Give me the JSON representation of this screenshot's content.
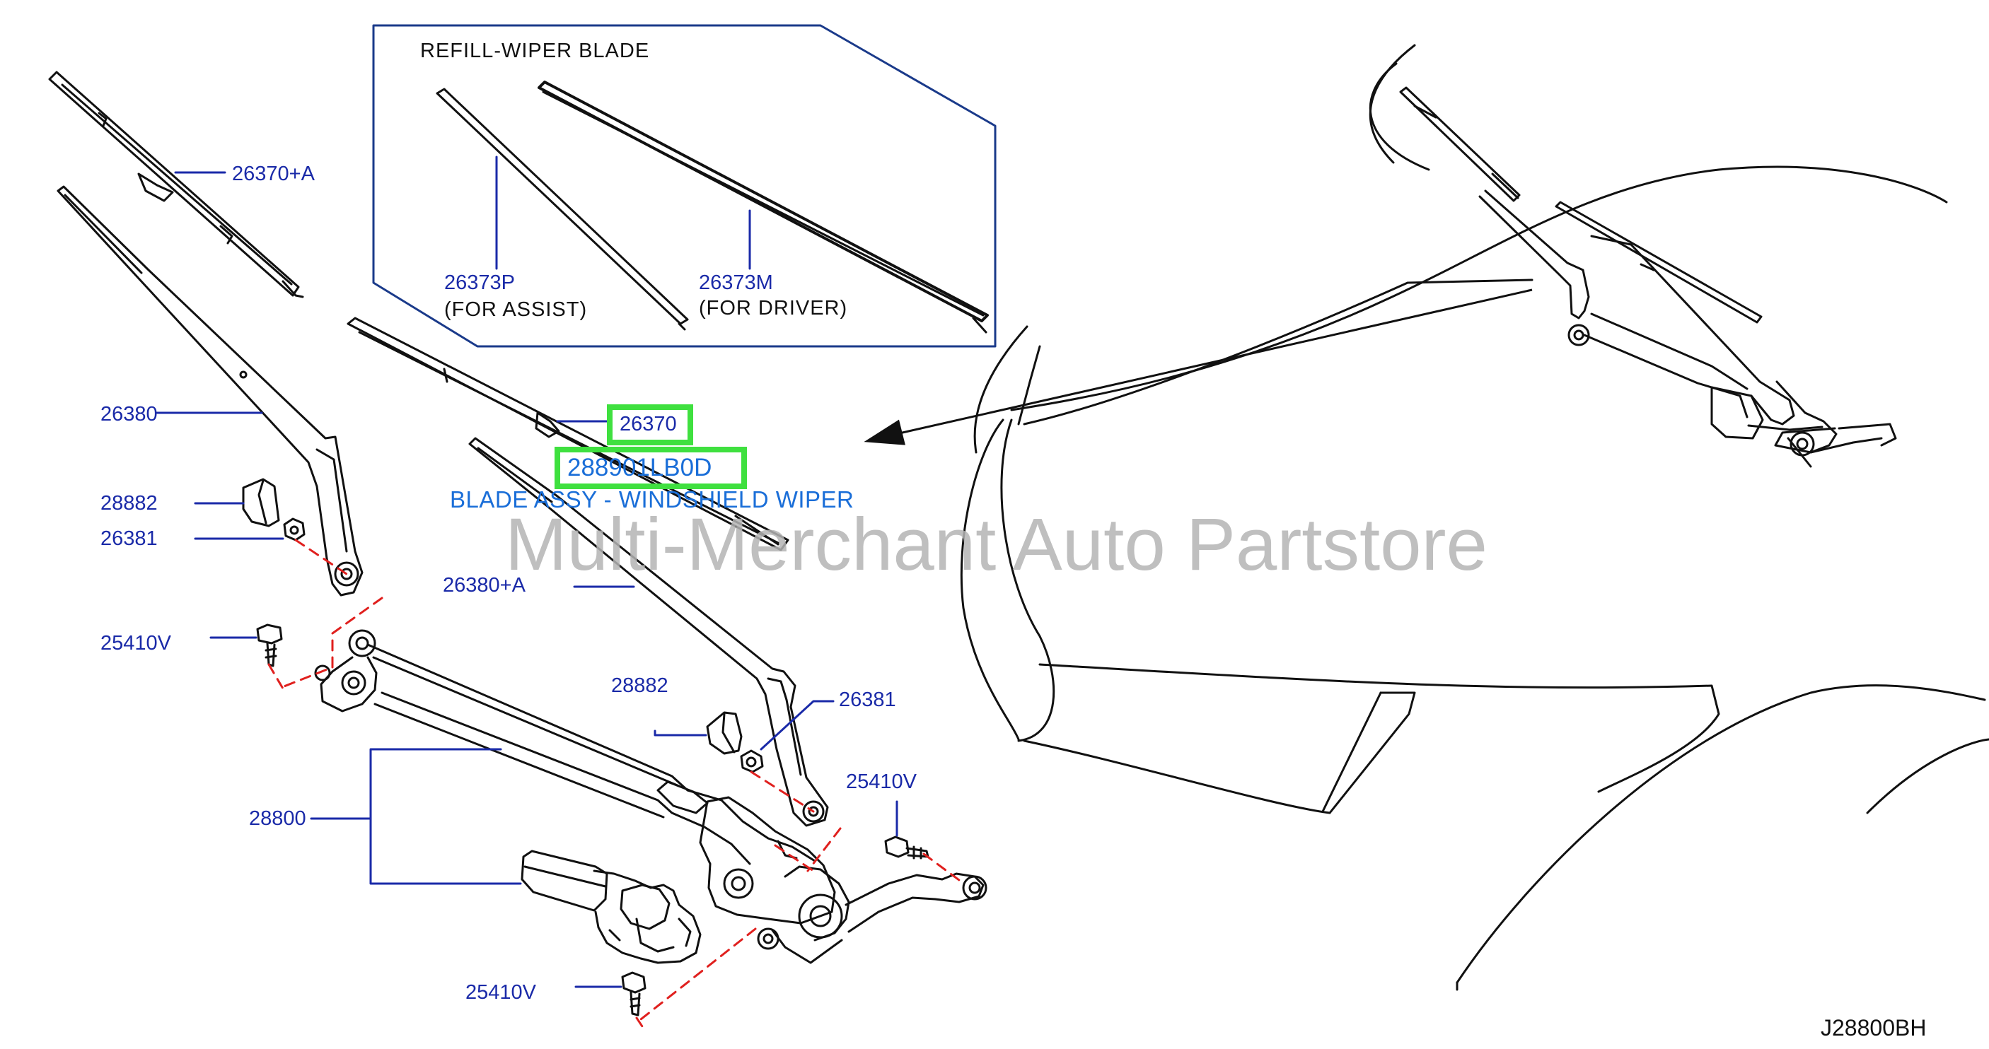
{
  "colors": {
    "line": "#111111",
    "callout": "#1a2aa8",
    "description": "#1a6ed8",
    "highlight": "#3fe03f",
    "dash": "#e0201e",
    "inset_border": "#1a3a8a",
    "watermark": "#b4b4b4"
  },
  "inset": {
    "title": "REFILL-WIPER  BLADE",
    "assist_code": "26373P",
    "assist_note": "(FOR  ASSIST)",
    "driver_code": "26373M",
    "driver_note": "(FOR  DRIVER)"
  },
  "callouts": {
    "blade_left": "26370+A",
    "arm_left": "26380",
    "cap_left": "28882",
    "nut_left": "26381",
    "bolt_left": "25410V",
    "arm_right": "26380+A",
    "cap_right": "28882",
    "nut_right": "26381",
    "linkage": "28800",
    "bolt_right": "25410V",
    "bolt_bottom": "25410V"
  },
  "highlight": {
    "part_number": "26370",
    "oem_number": "288901LB0D",
    "description": "BLADE ASSY - WINDSHIELD WIPER"
  },
  "watermark": "Multi-Merchant Auto Partstore",
  "diagram_code": "J28800BH"
}
